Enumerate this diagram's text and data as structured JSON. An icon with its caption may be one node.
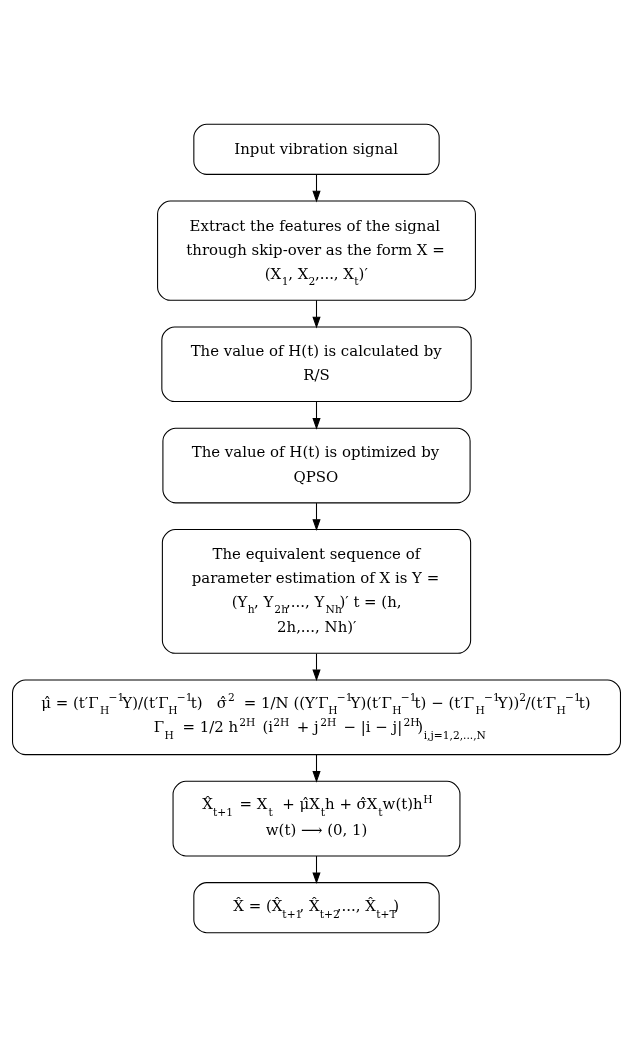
{
  "diagram": {
    "nodes": [
      {
        "text": [
          "Input vibration signal"
        ]
      },
      {
        "text": [
          "Extract the features of the signal through skip-over as the form X = (X$_{1}$, X$_{2}$,..., X$_{t}$)′"
        ]
      },
      {
        "text": [
          "The value of H(t) is calculated by R/S"
        ]
      },
      {
        "text": [
          "The value of H(t) is optimized by QPSO"
        ]
      },
      {
        "text": [
          "The equivalent sequence of parameter estimation of X is Y = (Y$_{h}$, Y$_{2h}$,..., Y$_{Nh}$)′ t = (h, 2h,..., Nh)′"
        ]
      },
      {
        "text": [
          "μ̂ = (t′Γ$_{H}$$^{−1}$Y)/(t′Γ$_{H}$$^{−1}$t)   σ̂$^{2}$ = 1/N ((Y′Γ$_{H}$$^{−1}$Y)(t′Γ$_{H}$$^{−1}$t) − (t′Γ$_{H}$$^{−1}$Y))$^{2}$/(t′Γ$_{H}$$^{−1}$t)",
          "Γ$_{H}$ = 1/2 h$^{2H}$ (i$^{2H}$ + j$^{2H}$ − |i − j|$^{2H}$)$_{i,j=1,2,...,N}$"
        ]
      },
      {
        "text": [
          "X̂$_{t+1}$ = X$_{t}$ + μ̂X$_{t}$h + σ̂X$_{t}$w(t)h$^{H}$",
          "w(t) ⟶ (0, 1)"
        ]
      },
      {
        "text": [
          "X̂ = (X̂$_{t+1}$, X̂$_{t+2}$,..., X̂$_{t+T}$)"
        ]
      }
    ],
    "edges": [
      {
        "from": 0,
        "to": 1,
        "arrow": "to"
      },
      {
        "from": 1,
        "to": 2,
        "arrow": "to"
      },
      {
        "from": 2,
        "to": 3,
        "arrow": "to"
      },
      {
        "from": 3,
        "to": 4,
        "arrow": "to"
      },
      {
        "from": 4,
        "to": 5,
        "arrow": "to"
      },
      {
        "from": 5,
        "to": 6,
        "arrow": "to"
      },
      {
        "from": 6,
        "to": 7,
        "arrow": "to"
      }
    ]
  }
}
